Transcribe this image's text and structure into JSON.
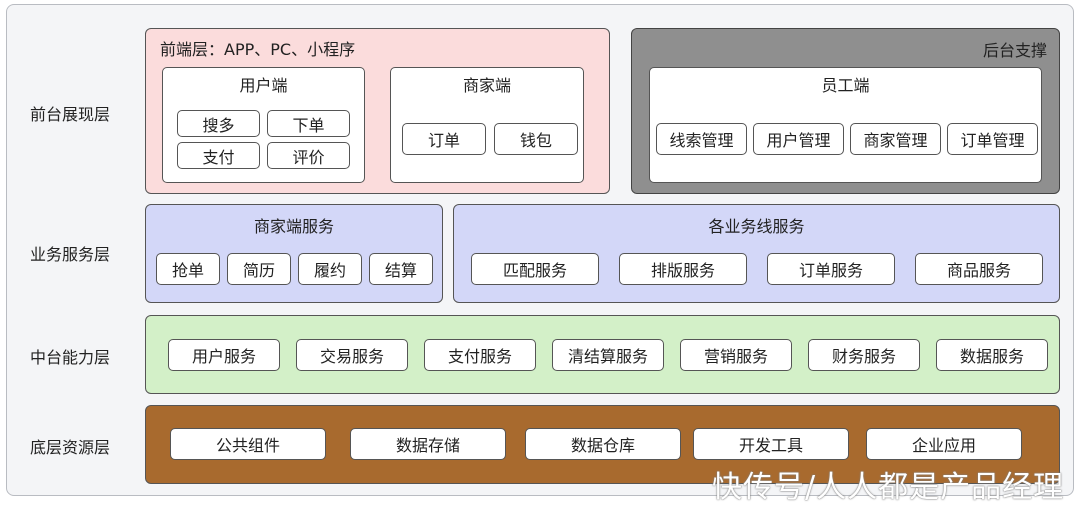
{
  "layers": {
    "frontend": "前台展现层",
    "business": "业务服务层",
    "middle": "中台能力层",
    "bottom": "底层资源层"
  },
  "frontend_panel": {
    "title": "前端层：APP、PC、小程序",
    "user_end": {
      "title": "用户端",
      "items": [
        "搜多",
        "下单",
        "支付",
        "评价"
      ]
    },
    "merchant_end": {
      "title": "商家端",
      "items": [
        "订单",
        "钱包"
      ]
    }
  },
  "backend_panel": {
    "title": "后台支撑",
    "staff_end": {
      "title": "员工端",
      "items": [
        "线索管理",
        "用户管理",
        "商家管理",
        "订单管理"
      ]
    }
  },
  "merchant_services": {
    "title": "商家端服务",
    "items": [
      "抢单",
      "简历",
      "履约",
      "结算"
    ]
  },
  "line_services": {
    "title": "各业务线服务",
    "items": [
      "匹配服务",
      "排版服务",
      "订单服务",
      "商品服务"
    ]
  },
  "middle_services": {
    "items": [
      "用户服务",
      "交易服务",
      "支付服务",
      "清结算服务",
      "营销服务",
      "财务服务",
      "数据服务"
    ]
  },
  "base_resources": {
    "items": [
      "公共组件",
      "数据存储",
      "数据仓库",
      "开发工具",
      "企业应用"
    ]
  },
  "watermark": "快传号/人人都是产品经理"
}
